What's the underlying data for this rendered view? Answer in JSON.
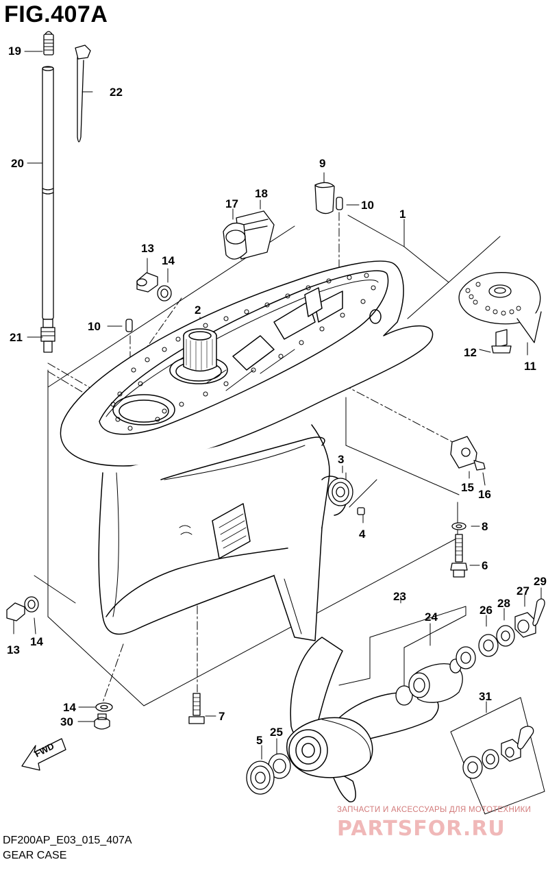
{
  "figure": {
    "title": "FIG.407A",
    "code": "DF200AP_E03_015_407A",
    "caption": "GEAR CASE"
  },
  "watermark": {
    "tagline": "ЗАПЧАСТИ И АКСЕССУАРЫ ДЛЯ МОТОТЕХНИКИ",
    "brand": "PARTSFOR.RU"
  },
  "fwd_label": "FWD",
  "callouts": {
    "p1": "1",
    "p2": "2",
    "p3": "3",
    "p4": "4",
    "p5": "5",
    "p6": "6",
    "p7": "7",
    "p8": "8",
    "p9": "9",
    "p10a": "10",
    "p10b": "10",
    "p11": "11",
    "p12": "12",
    "p13a": "13",
    "p13b": "13",
    "p14a": "14",
    "p14b": "14",
    "p14c": "14",
    "p15": "15",
    "p16": "16",
    "p17": "17",
    "p18": "18",
    "p19": "19",
    "p20": "20",
    "p21": "21",
    "p22": "22",
    "p23": "23",
    "p24": "24",
    "p25": "25",
    "p26": "26",
    "p27": "27",
    "p28": "28",
    "p29": "29",
    "p30": "30",
    "p31": "31"
  }
}
